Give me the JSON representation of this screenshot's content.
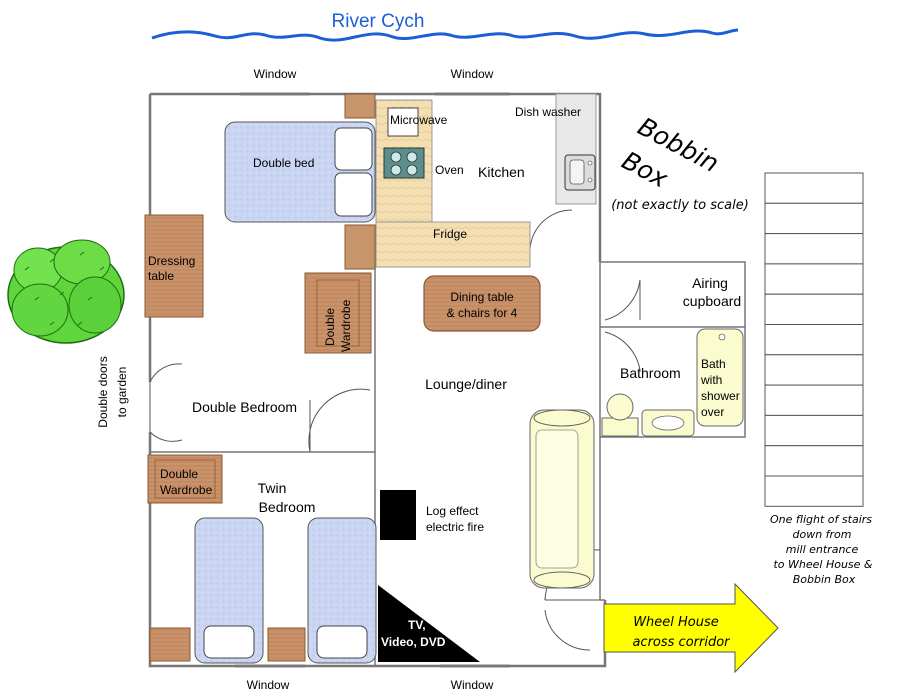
{
  "river": {
    "label": "River Cych",
    "color": "#1a5fd6"
  },
  "title": {
    "line1": "Bobbin",
    "line2": "Box",
    "note": "(not exactly to scale)"
  },
  "windows": {
    "top_left": "Window",
    "top_right": "Window",
    "bottom_left": "Window",
    "bottom_right": "Window"
  },
  "garden": {
    "line1": "Double doors",
    "line2": "to garden"
  },
  "kitchen": {
    "label": "Kitchen",
    "microwave": "Microwave",
    "oven": "Oven",
    "dishwasher": "Dish washer",
    "fridge": "Fridge"
  },
  "bedroom": {
    "double_bed": "Double bed",
    "dressing_line1": "Dressing",
    "dressing_line2": "table",
    "wardrobe_line1": "Double",
    "wardrobe_line2": "Wardrobe",
    "label": "Double Bedroom"
  },
  "twin": {
    "label_line1": "Twin",
    "label_line2": "Bedroom",
    "wardrobe_line1": "Double",
    "wardrobe_line2": "Wardrobe"
  },
  "lounge": {
    "label": "Lounge/diner",
    "dining_line1": "Dining table",
    "dining_line2": "& chairs for 4",
    "fire_line1": "Log effect",
    "fire_line2": "electric fire",
    "tv_line1": "TV,",
    "tv_line2": "Video, DVD"
  },
  "airing": {
    "line1": "Airing",
    "line2": "cupboard"
  },
  "bathroom": {
    "label": "Bathroom",
    "bath_line1": "Bath",
    "bath_line2": "with",
    "bath_line3": "shower",
    "bath_line4": "over"
  },
  "stairs": {
    "line1": "One flight of stairs",
    "line2": "down from",
    "line3": "mill entrance",
    "line4": "to Wheel House &",
    "line5": "Bobbin Box"
  },
  "arrow": {
    "line1": "Wheel House",
    "line2": "across corridor",
    "color": "#ffff00"
  },
  "colors": {
    "wood": "#c8946a",
    "wood_dark": "#b07040",
    "counter": "#f2d9a8",
    "bed": "#c8d4f2",
    "sofa": "#fbfbd0",
    "bush": "#5fd63c"
  }
}
